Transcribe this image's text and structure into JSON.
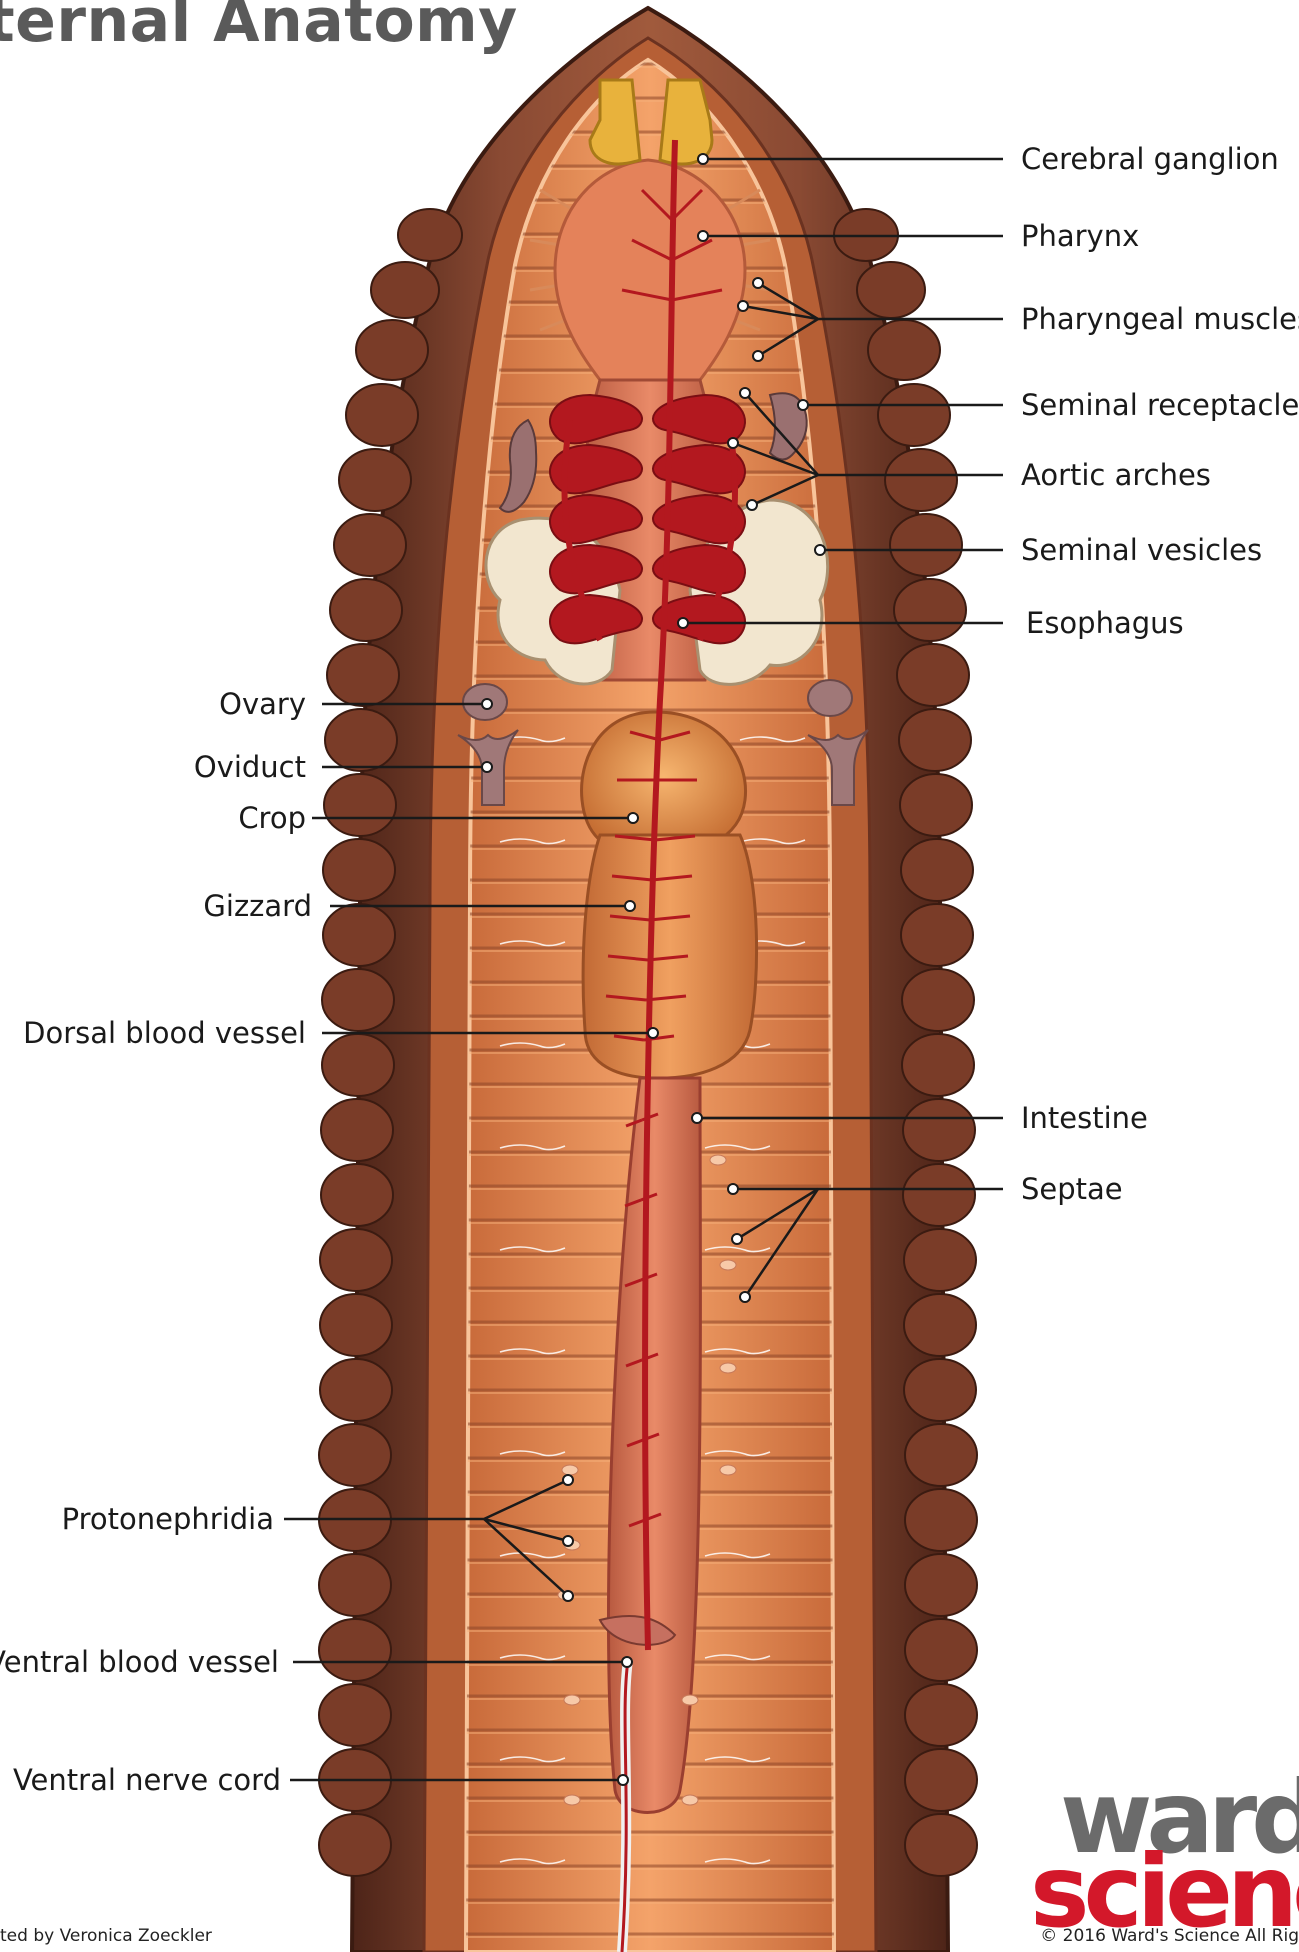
{
  "title": "ternal Anatomy",
  "labels_right": [
    "Cerebral ganglion",
    "Pharynx",
    "Pharyngeal muscles",
    "Seminal receptacles",
    "Aortic arches",
    "Seminal vesicles",
    "Esophagus",
    "Intestine",
    "Septae"
  ],
  "labels_left": [
    "Ovary",
    "Oviduct",
    "Crop",
    "Gizzard",
    "Dorsal blood vessel",
    "Protonephridia",
    "Ventral blood vessel",
    "Ventral nerve cord"
  ],
  "credit_left": "ted by Veronica Zoeckler",
  "credit_right": "© 2016 Ward's Science All Rig",
  "logo": {
    "line1": "ward",
    "line2": "scienc"
  },
  "colors": {
    "body_outer": "#7a3d2a",
    "body_inner": "#e9925a",
    "blood_vessel": "#b3181f",
    "ganglion": "#e8b23c",
    "seminal_vesicle": "#f2e6cf",
    "logo_red": "#d3182a",
    "logo_gray": "#6b6b6b"
  }
}
